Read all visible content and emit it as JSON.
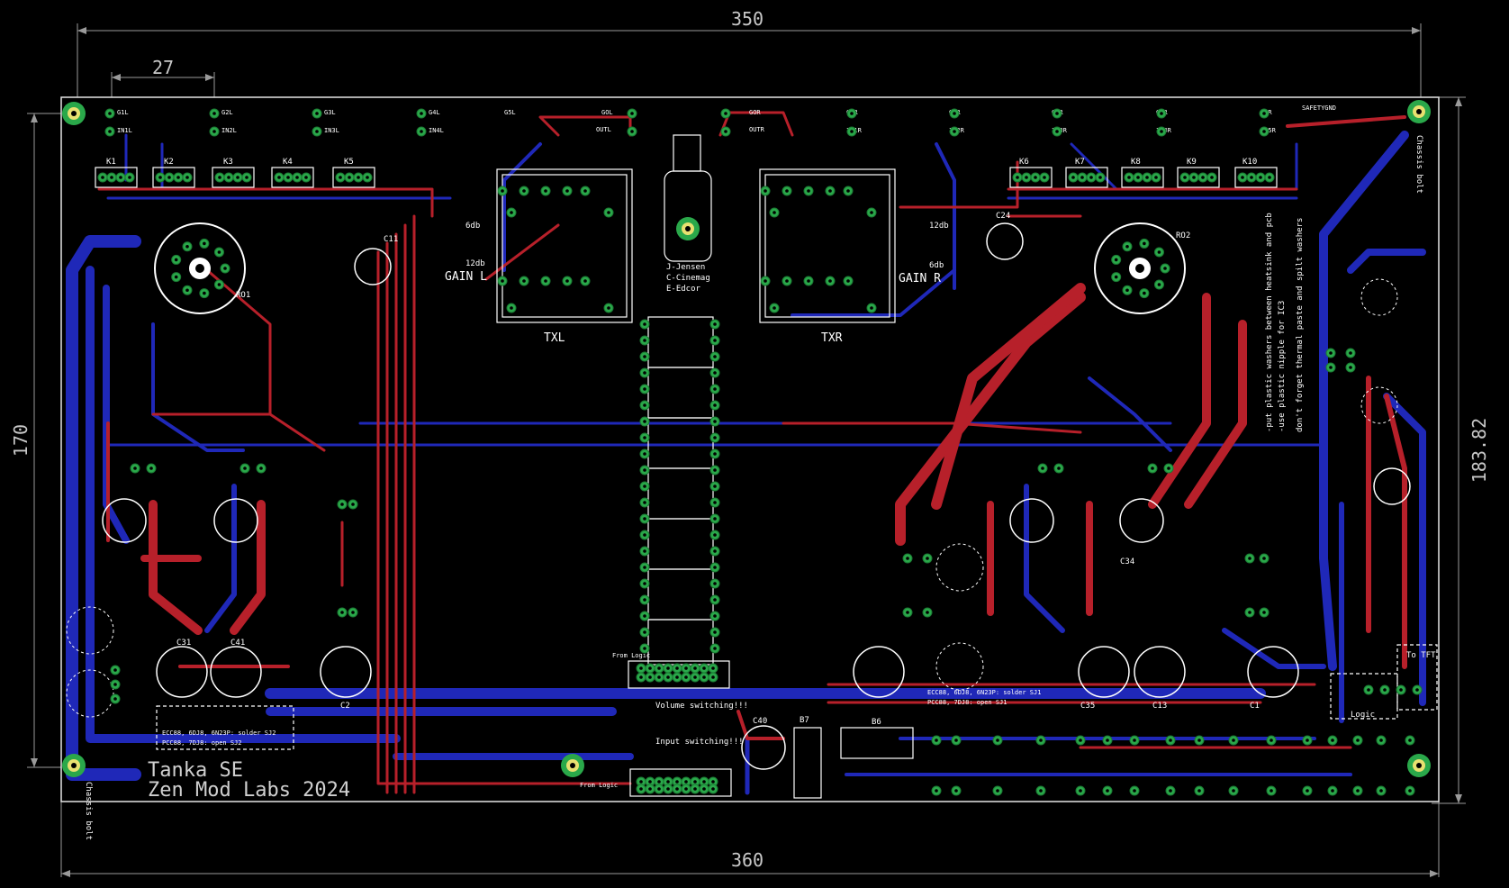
{
  "dimensions": {
    "top_width": "350",
    "sub_width": "27",
    "bottom_width": "360",
    "left_height": "170",
    "right_height": "183.82"
  },
  "board": {
    "title": "Tanka SE",
    "subtitle": "Zen Mod Labs 2024",
    "chassis_bolt_left": "Chassis bolt",
    "chassis_bolt_right": "Chassis bolt",
    "safety_gnd": "SAFETYGND"
  },
  "transformers": {
    "left_label": "TXL",
    "right_label": "TXR",
    "gain_left": "GAIN L",
    "gain_right": "GAIN R",
    "db_6": "6db",
    "db_12": "12db",
    "legend": [
      "J-Jensen",
      "C-Cinemag",
      "E-Edcor"
    ]
  },
  "relays_left": [
    "K1",
    "K2",
    "K3",
    "K4",
    "K5"
  ],
  "relays_right": [
    "K6",
    "K7",
    "K8",
    "K9",
    "K10"
  ],
  "input_labels_left": [
    "IN1L",
    "IN2L",
    "IN3L",
    "IN4L"
  ],
  "input_labels_right": [
    "IN1R",
    "IN2R",
    "IN3R",
    "IN4R",
    "IN5R"
  ],
  "ground_labels_left": [
    "G1L",
    "G2L",
    "G3L",
    "G4L",
    "G5L"
  ],
  "ground_labels_right": [
    "G1R",
    "G2R",
    "G3R",
    "G4R",
    "G5R"
  ],
  "out_labels": [
    "OUTL",
    "OUTR",
    "GOL",
    "GOR"
  ],
  "notes": {
    "tube_left_top": "ECC88, 6DJ8, 6N23P: solder SJ2",
    "tube_left_bottom": "PCC88, 7DJ8: open SJ2",
    "tube_right_top": "ECC88, 6DJ8, 6N23P: solder SJ1",
    "tube_right_bottom": "PCC88, 7DJ8: open SJ1",
    "heatsink_note": "-put plastic washers between heatsink and pcb",
    "thermal_note": "-use plastic nipple for IC3",
    "paste_note": "don't forget thermal paste and spilt washers"
  },
  "connectors": {
    "volume": "Volume switching!!!",
    "input": "Input switching!!!",
    "from_logic_1": "From Logic",
    "from_logic_2": "From Logic",
    "logic": "Logic",
    "to_tft": "To TFT"
  },
  "tube_labels": [
    "RO1",
    "RO2"
  ],
  "cap_labels": [
    "C1",
    "C2",
    "C11",
    "C13",
    "C24",
    "C31",
    "C34",
    "C35",
    "C40",
    "C41"
  ],
  "bridge_labels": [
    "B6",
    "B7"
  ],
  "colors": {
    "background": "#000000",
    "top_copper": "#b7202a",
    "bottom_copper": "#1f28b8",
    "pads": "#2aa84a",
    "silkscreen": "#ffffff",
    "dimension": "#9a9a9a"
  }
}
